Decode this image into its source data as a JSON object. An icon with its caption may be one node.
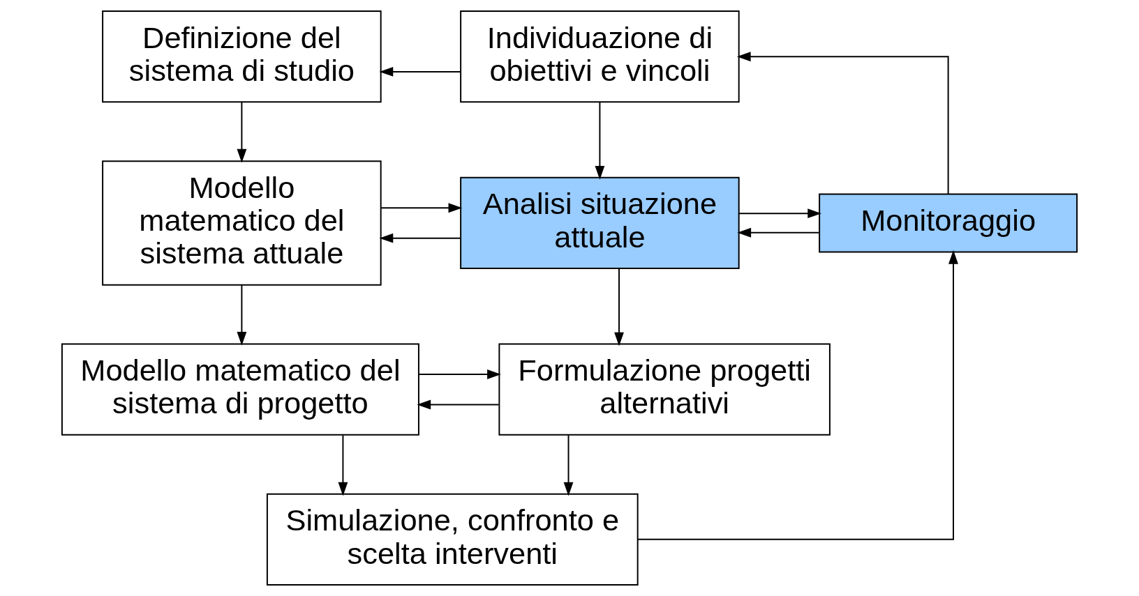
{
  "diagram": {
    "nodes": [
      {
        "text": [
          "Definizione del sistema di studio"
        ]
      },
      {
        "text": [
          "Individuazione di obiettivi e vincoli"
        ]
      },
      {
        "text": [
          "Modello matematico del sistema attuale"
        ]
      },
      {
        "text": [
          "Analisi situazione attuale"
        ]
      },
      {
        "text": [
          "Monitoraggio"
        ]
      },
      {
        "text": [
          "Modello matematico del sistema di progetto"
        ]
      },
      {
        "text": [
          "Formulazione progetti alternativi"
        ]
      },
      {
        "text": [
          "Simulazione, confronto e scelta interventi"
        ]
      }
    ],
    "edges": [
      {
        "from": 1,
        "to": 0,
        "arrow": "to"
      },
      {
        "from": 0,
        "to": 2,
        "arrow": "to"
      },
      {
        "from": 1,
        "to": 3,
        "arrow": "to"
      },
      {
        "from": 2,
        "to": 3,
        "arrow": "to"
      },
      {
        "from": 3,
        "to": 2,
        "arrow": "to"
      },
      {
        "from": 4,
        "to": 3,
        "arrow": "to"
      },
      {
        "from": 3,
        "to": 4,
        "arrow": "to"
      },
      {
        "from": 4,
        "to": 1,
        "arrow": "to"
      },
      {
        "from": 2,
        "to": 5,
        "arrow": "to"
      },
      {
        "from": 3,
        "to": 6,
        "arrow": "to"
      },
      {
        "from": 5,
        "to": 6,
        "arrow": "to"
      },
      {
        "from": 6,
        "to": 5,
        "arrow": "to"
      },
      {
        "from": 6,
        "to": 7,
        "arrow": "to"
      },
      {
        "from": 5,
        "to": 7,
        "arrow": "to"
      },
      {
        "from": 7,
        "to": 4,
        "arrow": "to"
      }
    ]
  }
}
